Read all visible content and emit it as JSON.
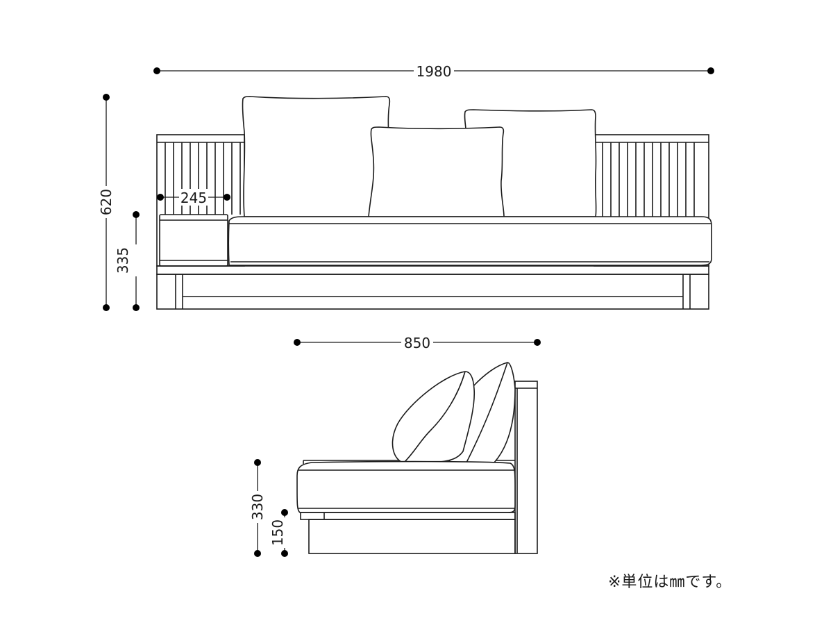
{
  "front_view": {
    "dimensions": {
      "width": "1980",
      "height": "620",
      "seat_height": "335",
      "side_table_width": "245"
    }
  },
  "side_view": {
    "dimensions": {
      "depth": "850",
      "seat_height": "330",
      "base_height": "150"
    }
  },
  "note": "※単位は㎜です。",
  "colors": {
    "line": "#1a1a1a",
    "background": "#ffffff"
  }
}
